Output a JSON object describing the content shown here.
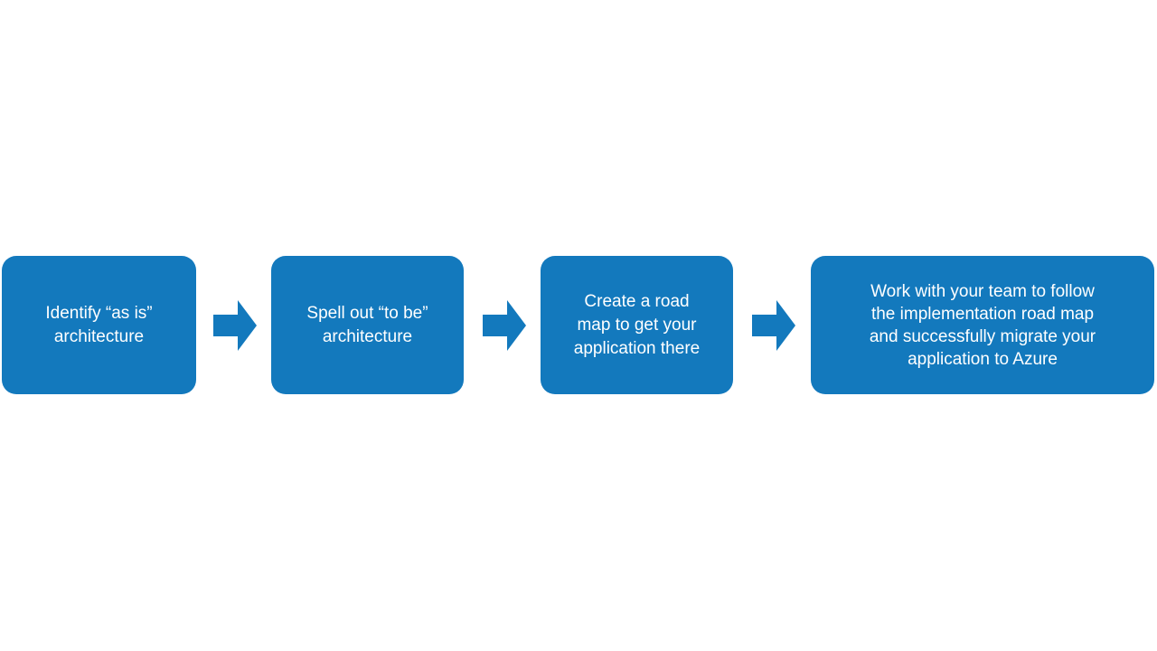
{
  "diagram": {
    "type": "process-flow",
    "direction": "left-to-right",
    "connector": "right-block-arrow",
    "colors": {
      "shape_fill": "#1379BD",
      "text": "#FFFFFF",
      "background": "#FFFFFF"
    },
    "steps": [
      {
        "text": "Identify “as is”\narchitecture"
      },
      {
        "text": "Spell out “to be”\narchitecture"
      },
      {
        "text": "Create a road\nmap to get your\napplication there"
      },
      {
        "text": "Work with your team to follow\nthe implementation road map\nand successfully migrate your\napplication to Azure"
      }
    ]
  }
}
